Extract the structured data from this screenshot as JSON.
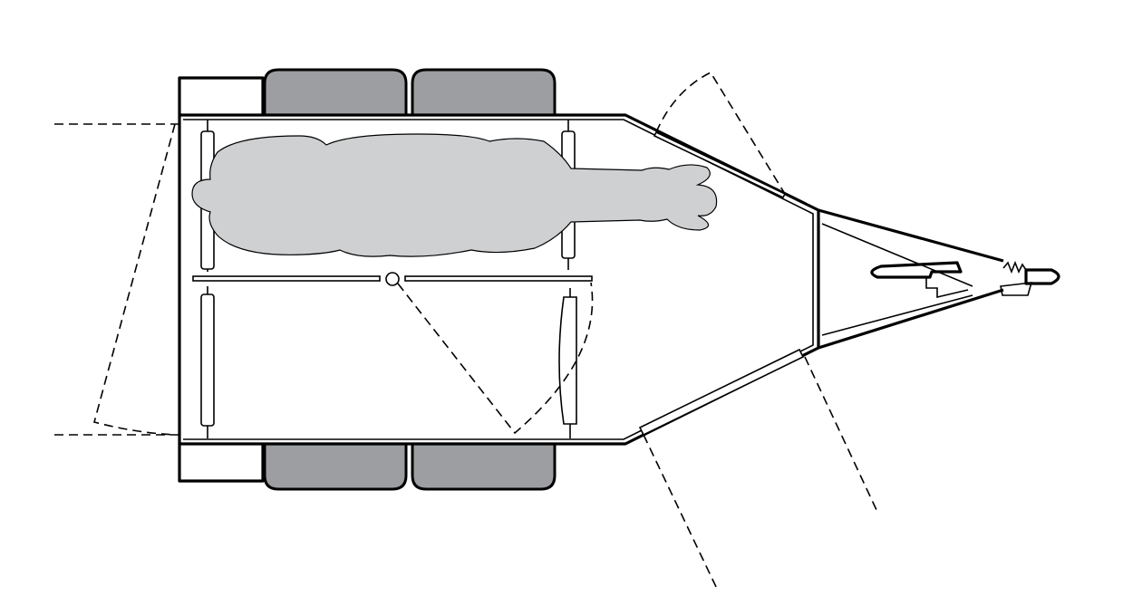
{
  "diagram": {
    "subject": "horse-trailer-top-view",
    "colors": {
      "background": "#ffffff",
      "line": "#000000",
      "wheel_fill": "#9c9ea1",
      "horse_fill": "#cfd0d2"
    },
    "components": [
      "trailer-body",
      "wheels",
      "horse-silhouette",
      "center-divider",
      "rear-ramp-swing",
      "front-door-swings",
      "tow-hitch"
    ]
  }
}
